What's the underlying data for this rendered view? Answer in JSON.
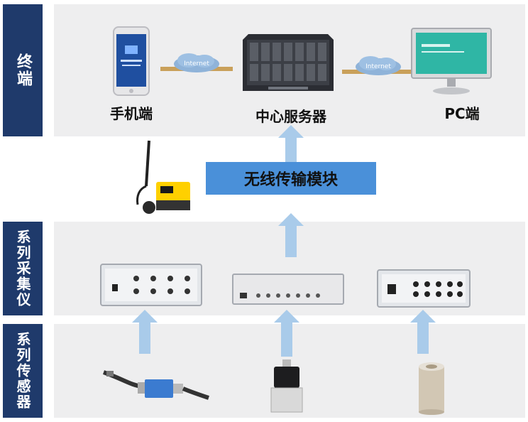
{
  "side_labels": {
    "terminal": "终端",
    "collector": "系列采集仪",
    "sensor": "系列传感器"
  },
  "terminal_nodes": {
    "mobile": "手机端",
    "server": "中心服务器",
    "pc": "PC端"
  },
  "network": {
    "left": "Internet",
    "right": "Internet"
  },
  "module": "无线传输模块",
  "colors": {
    "sidebar": "#1f3a6b",
    "module": "#4a90d9",
    "arrow": "#a9cbea",
    "band": "#eeeeef"
  }
}
